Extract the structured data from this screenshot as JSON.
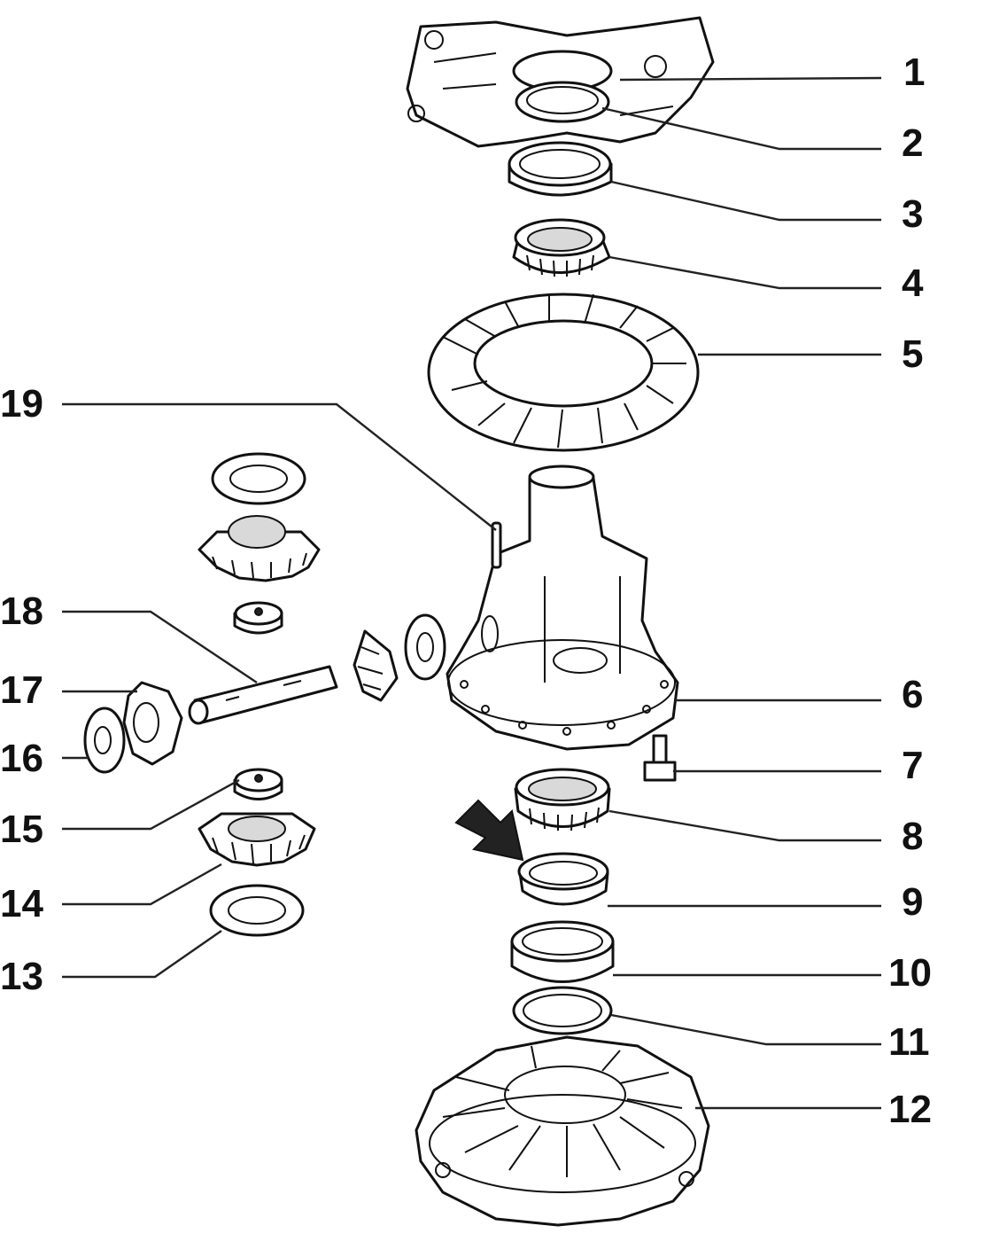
{
  "diagram": {
    "callouts": {
      "c1": "1",
      "c2": "2",
      "c3": "3",
      "c4": "4",
      "c5": "5",
      "c6": "6",
      "c7": "7",
      "c8": "8",
      "c9": "9",
      "c10": "10",
      "c11": "11",
      "c12": "12",
      "c13": "13",
      "c14": "14",
      "c15": "15",
      "c16": "16",
      "c17": "17",
      "c18": "18",
      "c19": "19"
    },
    "colors": {
      "ink": "#111111",
      "fill": "#ffffff",
      "shade": "#d9d9d9"
    }
  }
}
